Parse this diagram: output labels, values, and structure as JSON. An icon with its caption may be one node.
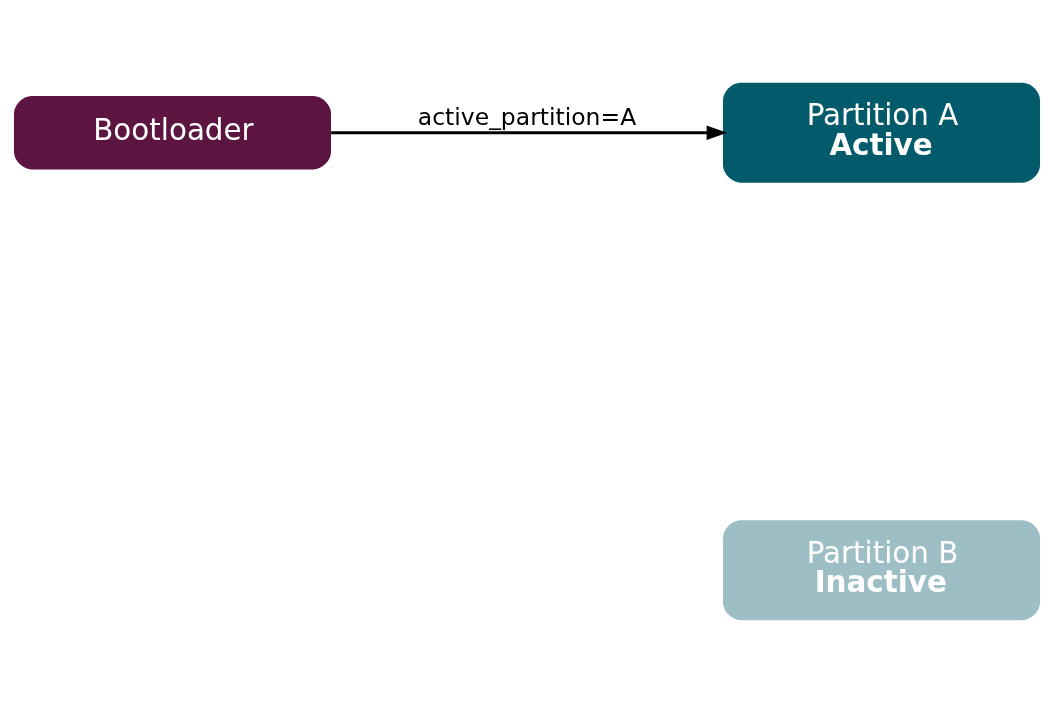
{
  "diagram": {
    "nodes": [
      {
        "text": [
          "Bootloader"
        ]
      },
      {
        "text": [
          "Partition A",
          "Active"
        ]
      },
      {
        "text": [
          "Partition B",
          "Inactive"
        ]
      }
    ],
    "edges": [
      {
        "from": 0,
        "to": 1,
        "arrow": "to",
        "label": "active_partition=A"
      }
    ]
  }
}
